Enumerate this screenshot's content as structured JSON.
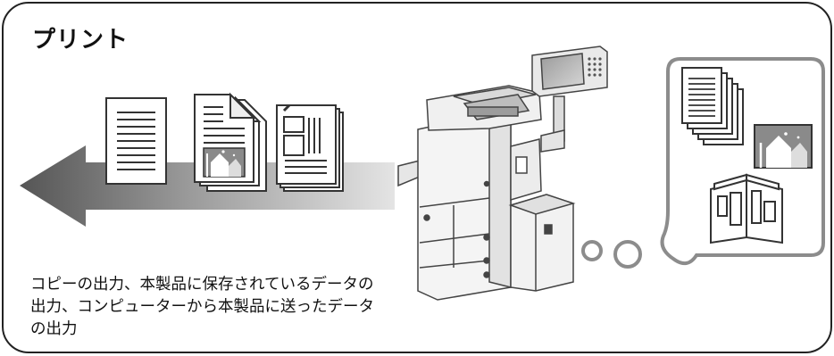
{
  "title": "プリント",
  "caption_lines": [
    "コピーの出力、本製品に保存されているデータの",
    "出力、コンピューターから本製品に送ったデータ",
    "の出力"
  ],
  "colors": {
    "frame": "#222222",
    "arrow_dark": "#5a5a5a",
    "arrow_light": "#d8d8d8",
    "bubble_border": "#8c8c8c",
    "machine_body": "#f2f2f2",
    "machine_line": "#444444"
  },
  "icons": {
    "arrow": "arrow-left-icon",
    "text_doc": "text-document-icon",
    "photo_doc": "photo-document-icon",
    "layout_doc": "layout-document-icon",
    "printer": "printer-icon",
    "thought_bubble": "thought-bubble-icon",
    "stacked_docs": "stacked-documents-icon",
    "photo": "photo-icon",
    "booklet": "booklet-icon"
  }
}
